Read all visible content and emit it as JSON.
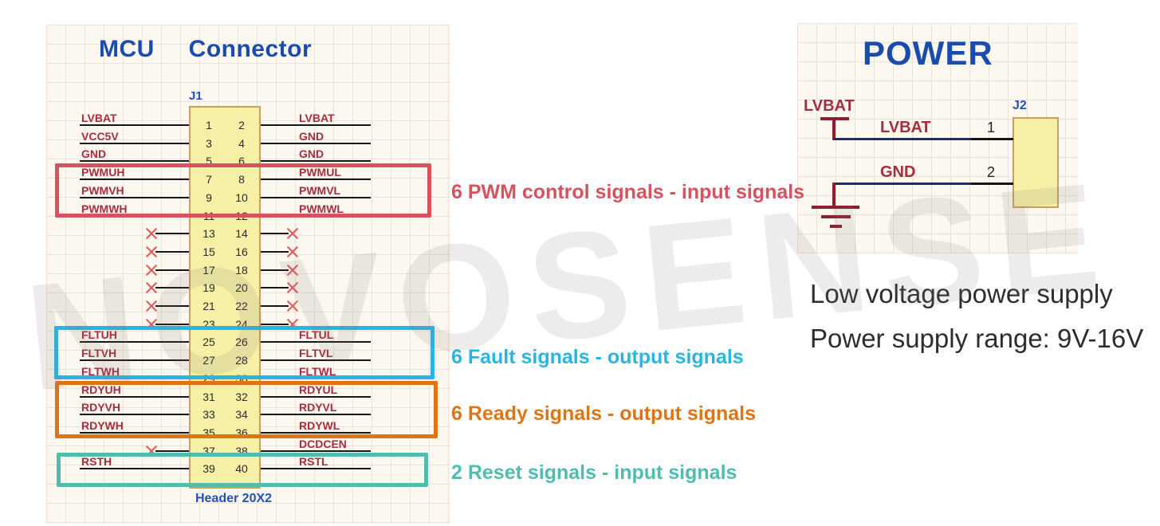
{
  "watermark": "NOVOSENSE",
  "mcu": {
    "title": "MCU Connector",
    "designator": "J1",
    "footprint_label": "Header 20X2",
    "rows": [
      {
        "lp": "1",
        "rp": "2",
        "l": "LVBAT",
        "r": "LVBAT"
      },
      {
        "lp": "3",
        "rp": "4",
        "l": "VCC5V",
        "r": "GND"
      },
      {
        "lp": "5",
        "rp": "6",
        "l": "GND",
        "r": "GND"
      },
      {
        "lp": "7",
        "rp": "8",
        "l": "PWMUH",
        "r": "PWMUL"
      },
      {
        "lp": "9",
        "rp": "10",
        "l": "PWMVH",
        "r": "PWMVL"
      },
      {
        "lp": "11",
        "rp": "12",
        "l": "PWMWH",
        "r": "PWMWL"
      },
      {
        "lp": "13",
        "rp": "14",
        "lx": true,
        "rx": true
      },
      {
        "lp": "15",
        "rp": "16",
        "lx": true,
        "rx": true
      },
      {
        "lp": "17",
        "rp": "18",
        "lx": true,
        "rx": true
      },
      {
        "lp": "19",
        "rp": "20",
        "lx": true,
        "rx": true
      },
      {
        "lp": "21",
        "rp": "22",
        "lx": true,
        "rx": true
      },
      {
        "lp": "23",
        "rp": "24",
        "lx": true,
        "rx": true
      },
      {
        "lp": "25",
        "rp": "26",
        "l": "FLTUH",
        "r": "FLTUL"
      },
      {
        "lp": "27",
        "rp": "28",
        "l": "FLTVH",
        "r": "FLTVL"
      },
      {
        "lp": "29",
        "rp": "30",
        "l": "FLTWH",
        "r": "FLTWL"
      },
      {
        "lp": "31",
        "rp": "32",
        "l": "RDYUH",
        "r": "RDYUL"
      },
      {
        "lp": "33",
        "rp": "34",
        "l": "RDYVH",
        "r": "RDYVL"
      },
      {
        "lp": "35",
        "rp": "36",
        "l": "RDYWH",
        "r": "RDYWL"
      },
      {
        "lp": "37",
        "rp": "38",
        "lx": true,
        "r": "DCDCEN"
      },
      {
        "lp": "39",
        "rp": "40",
        "l": "RSTH",
        "r": "RSTL"
      }
    ],
    "groups": [
      {
        "label": "6 PWM control signals - input signals",
        "color": "#d9515f"
      },
      {
        "label": "6 Fault signals - output signals",
        "color": "#29b5e4"
      },
      {
        "label": "6 Ready signals - output signals",
        "color": "#dd7415"
      },
      {
        "label": "2 Reset signals - input signals",
        "color": "#4fbcae"
      }
    ]
  },
  "power": {
    "title": "POWER",
    "designator": "J2",
    "flag_label": "LVBAT",
    "nets": [
      {
        "label": "LVBAT",
        "pin": "1"
      },
      {
        "label": "GND",
        "pin": "2"
      }
    ],
    "caption_line1": "Low voltage power supply",
    "caption_line2": "Power supply range: 9V-16V"
  },
  "palette": {
    "title_blue": "#1c4bae",
    "designator_blue": "#2450bd",
    "net_label_maroon": "#a42e3e",
    "wire_black": "#161616",
    "power_wire_navy": "#1c2c6e",
    "power_symbol_red": "#8e1f2e",
    "connector_fill": "#f5f0a6",
    "connector_border": "#c9a05e",
    "no_connect_red": "#e25858",
    "grid_line": "#ece3d8",
    "panel_background": "#fcf8f0"
  }
}
